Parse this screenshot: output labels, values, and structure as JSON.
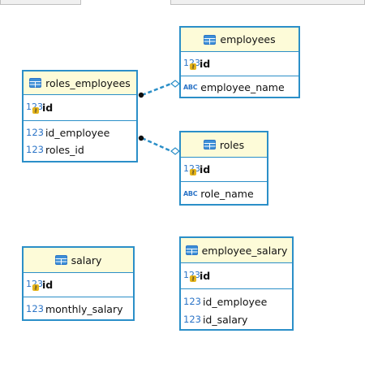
{
  "entities": {
    "employees": {
      "name": "employees",
      "pk": "id",
      "columns": [
        {
          "type": "ABC",
          "name": "employee_name"
        }
      ]
    },
    "roles_employees": {
      "name": "roles_employees",
      "pk": "id",
      "columns": [
        {
          "type": "123",
          "name": "id_employee"
        },
        {
          "type": "123",
          "name": "roles_id"
        }
      ]
    },
    "roles": {
      "name": "roles",
      "pk": "id",
      "columns": [
        {
          "type": "ABC",
          "name": "role_name"
        }
      ]
    },
    "salary": {
      "name": "salary",
      "pk": "id",
      "columns": [
        {
          "type": "123",
          "name": "monthly_salary"
        }
      ]
    },
    "employee_salary": {
      "name": "employee_salary",
      "pk": "id",
      "columns": [
        {
          "type": "123",
          "name": "id_employee"
        },
        {
          "type": "123",
          "name": "id_salary"
        }
      ]
    }
  },
  "type_labels": {
    "numeric": "123",
    "text": "ABC"
  },
  "colors": {
    "border": "#2b8fc8",
    "header": "#fdfbd8",
    "link": "#2b8fc8"
  }
}
